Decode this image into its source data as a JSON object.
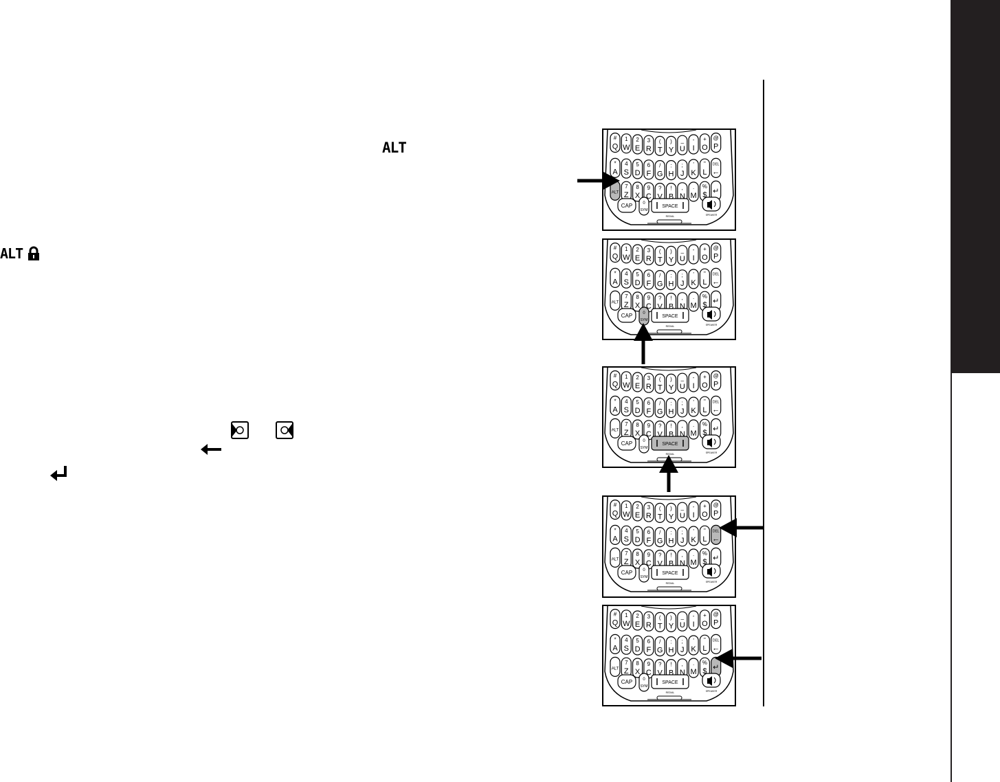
{
  "icons": {
    "alt_indicator": "ALT",
    "alt_lock_indicator": "ALT"
  },
  "keyboard": {
    "rows": [
      [
        {
          "top": "#",
          "main": "Q"
        },
        {
          "top": "1",
          "main": "W"
        },
        {
          "top": "2",
          "main": "E"
        },
        {
          "top": "3",
          "main": "R"
        },
        {
          "top": "(",
          "main": "T"
        },
        {
          "top": ")",
          "main": "Y"
        },
        {
          "top": "_",
          "main": "U"
        },
        {
          "top": "-",
          "main": "I"
        },
        {
          "top": "+",
          "main": "O"
        },
        {
          "top": "@",
          "main": "P"
        }
      ],
      [
        {
          "top": "*",
          "main": "A"
        },
        {
          "top": "4",
          "main": "S"
        },
        {
          "top": "5",
          "main": "D"
        },
        {
          "top": "6",
          "main": "F"
        },
        {
          "top": "/",
          "main": "G"
        },
        {
          "top": ":",
          "main": "H"
        },
        {
          "top": ";",
          "main": "J"
        },
        {
          "top": "'",
          "main": "K"
        },
        {
          "top": "\"",
          "main": "L"
        },
        {
          "top": "DEL",
          "main": "←"
        }
      ],
      [
        {
          "top": "",
          "main": "ALT"
        },
        {
          "top": "7",
          "main": "Z"
        },
        {
          "top": "8",
          "main": "X"
        },
        {
          "top": "9",
          "main": "C"
        },
        {
          "top": "?",
          "main": "V"
        },
        {
          "top": "!",
          "main": "B"
        },
        {
          "top": ",",
          "main": "N"
        },
        {
          "top": ".",
          "main": "M"
        },
        {
          "top": "%",
          "main": "$"
        },
        {
          "top": "",
          "main": "↵"
        }
      ]
    ],
    "cap_label": "CAP",
    "sym_top": "0",
    "sym_label": "SYM",
    "space_label": "SPACE",
    "redial_label": "REDIAL",
    "speaker_label": "SPEAKER"
  },
  "panels": [
    {
      "highlight": "ALT"
    },
    {
      "highlight": "SYM"
    },
    {
      "highlight": "SPACE"
    },
    {
      "highlight": "DEL"
    },
    {
      "highlight": "ENTER"
    }
  ]
}
